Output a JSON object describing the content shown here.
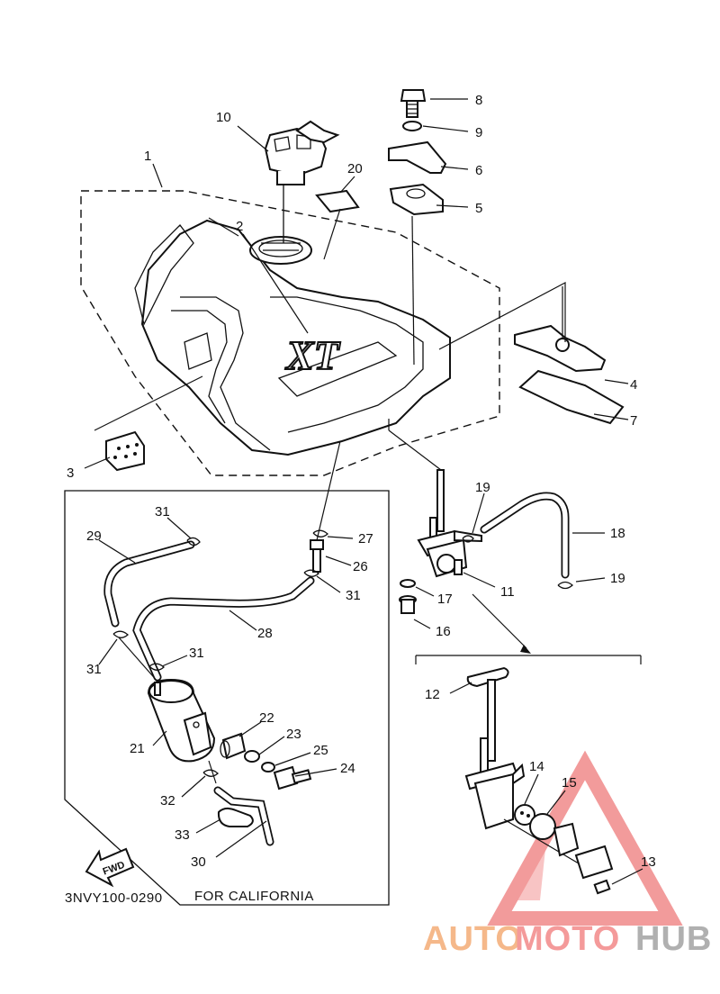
{
  "labels": {
    "p1": "1",
    "p2": "2",
    "p3": "3",
    "p4": "4",
    "p5": "5",
    "p6": "6",
    "p7": "7",
    "p8": "8",
    "p9": "9",
    "p10": "10",
    "p11": "11",
    "p12": "12",
    "p13": "13",
    "p14": "14",
    "p15": "15",
    "p16": "16",
    "p17": "17",
    "p18": "18",
    "p19a": "19",
    "p19b": "19",
    "p20": "20",
    "p21": "21",
    "p22": "22",
    "p23": "23",
    "p24": "24",
    "p25": "25",
    "p26": "26",
    "p27": "27",
    "p28": "28",
    "p29": "29",
    "p30": "30",
    "p31a": "31",
    "p31b": "31",
    "p31c": "31",
    "p31d": "31",
    "p32": "32",
    "p33": "33"
  },
  "captions": {
    "california": "FOR CALIFORNIA",
    "diagram_code": "3NVY100-0290",
    "fwd": "FWD",
    "tank_logo": "XT"
  },
  "watermark": {
    "part1": "AUTO",
    "part2": "MOTO",
    "part3": "HUB",
    "colors": {
      "auto": "#f5b88a",
      "moto": "#f49a9a",
      "hub": "#b0b0b0",
      "triangle": "#f08a8a"
    }
  }
}
